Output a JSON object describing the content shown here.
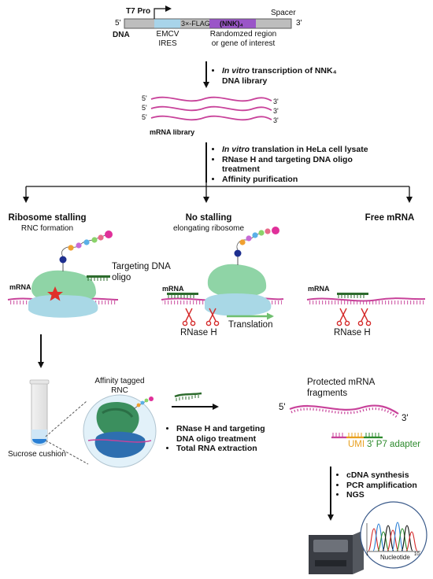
{
  "dna": {
    "label": "DNA",
    "five_prime": "5'",
    "three_prime": "3'",
    "t7": "T7 Pro",
    "flag": "3×-FLAG",
    "nnk": "(NNK)₄",
    "spacer": "Spacer",
    "emcv": "EMCV",
    "ires": "IRES",
    "randomized_1": "Randomzed region",
    "randomized_2": "or gene of interest"
  },
  "step1": {
    "italic": "In vitro",
    "rest": " transcription of NNK₄",
    "line2": "DNA library"
  },
  "mrna_library": {
    "label": "mRNA library",
    "ends": [
      "5'",
      "5'",
      "5'",
      "3'",
      "3'",
      "3'"
    ]
  },
  "step2": {
    "item1_italic": "In vitro",
    "item1_rest": " translation in HeLa cell lysate",
    "item2": "RNase H and targeting DNA oligo",
    "item2b": "treatment",
    "item3": "Affinity purification"
  },
  "branches": {
    "stall_title": "Ribosome stalling",
    "stall_sub": "RNC formation",
    "nostall_title": "No stalling",
    "nostall_sub": "elongating ribosome",
    "free_title": "Free mRNA"
  },
  "panels": {
    "mrna": "mRNA",
    "targeting1": "Targeting DNA",
    "targeting2": "oligo",
    "translation": "Translation",
    "rnase_h": "RNase H"
  },
  "bottom": {
    "sucrose": "Sucrose cushion",
    "affinity1": "Affinity tagged",
    "affinity2": "RNC",
    "treat1": "RNase H and targeting",
    "treat2": "DNA oligo treatment",
    "treat3": "Total RNA extraction",
    "protected1": "Protected mRNA",
    "protected2": "fragments",
    "five_prime": "5'",
    "three_prime": "3'",
    "umi": "UMI",
    "adapter": "3' P7 adapter",
    "final1": "cDNA synthesis",
    "final2": "PCR amplification",
    "final3": "NGS",
    "nucleotide": "Nucleotide",
    "tick_start": "1",
    "tick_end": "10"
  },
  "colors": {
    "mrna": "#c8429a",
    "ribosome_large": "#8fd4a6",
    "ribosome_small": "#a9d8e6",
    "dna_oligo": "#2d6b2d",
    "arrow": "#111111",
    "ires": "#a8d4ea",
    "nnk": "#9a55c8",
    "umi": "#e8a020",
    "adapter": "#2c8a2c",
    "translation_arrow": "#6fbf6f",
    "star": "#e0302a"
  }
}
